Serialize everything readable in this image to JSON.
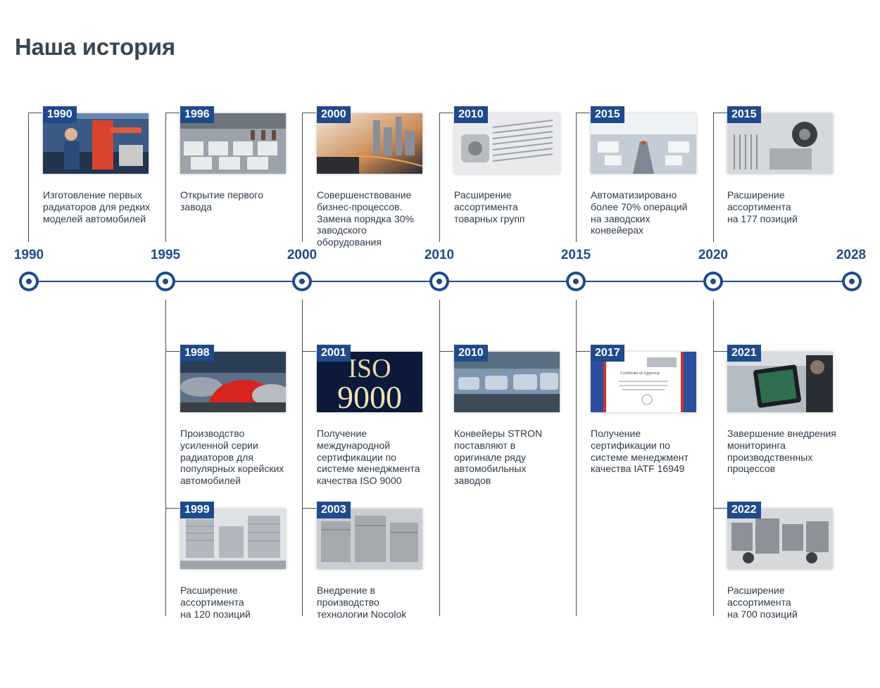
{
  "page": {
    "title": "Наша история"
  },
  "axis_years": [
    "1990",
    "1995",
    "2000",
    "2010",
    "2015",
    "2020",
    "2028"
  ],
  "events_top": [
    {
      "year": "1990",
      "text": "Изготовление первых\nрадиаторов для редких\nмоделей автомобилей",
      "image": "worker-robot-photo"
    },
    {
      "year": "1996",
      "text": "Открытие первого\nзавода",
      "image": "factory-hall-photo"
    },
    {
      "year": "2000",
      "text": "Совершенствование\nбизнес-процессов.\nЗамена порядка 30%\nзаводского\nоборудования",
      "image": "digital-city-photo"
    },
    {
      "year": "2010",
      "text": "Расширение\nассортимента\nтоварных групп",
      "image": "intercooler-photo"
    },
    {
      "year": "2015",
      "text": "Автоматизировано\nболее 70% операций\nна заводских\nконвейерах",
      "image": "robot-line-photo"
    },
    {
      "year": "2015",
      "text": "Расширение\nассортимента\nна 177 позиций",
      "image": "parts-range-photo"
    }
  ],
  "events_bottom_row1": [
    {
      "year": "1998",
      "text": "Производство\nусиленной серии\nрадиаторов для\nпопулярных корейских\nавтомобилей",
      "image": "korean-cars-photo"
    },
    {
      "year": "2001",
      "text": "Получение\nмеждународной\nсертификации по\nсистеме менеджмента\nкачества ISO 9000",
      "image": "iso-logo",
      "logo_line1": "ISO",
      "logo_line2": "9000"
    },
    {
      "year": "2010",
      "text": "Конвейеры STRON\nпоставляют в\nоригинале ряду\nавтомобильных\nзаводов",
      "image": "car-conveyor-photo"
    },
    {
      "year": "2017",
      "text": "Получение\nсертификации по\nсистеме менеджмент\nкачества IATF 16949",
      "image": "certificate-scan",
      "cert_heading": "Certificate of Approval"
    },
    {
      "year": "2021",
      "text": "Завершение внедрения\nмониторинга\nпроизводственных\nпроцессов",
      "image": "tablet-monitoring-photo"
    }
  ],
  "events_bottom_row2": [
    {
      "year": "1999",
      "text": "Расширение\nассортимента\nна 120 позиций",
      "image": "radiators-range-photo"
    },
    {
      "year": "2003",
      "text": "Внедрение в\nпроизводство\nтехнологии Nocolok",
      "image": "nocolok-radiators-photo"
    },
    {
      "year": "2022",
      "text": "Расширение\nассортимента\nна 700 позиций",
      "image": "parts-set-photo"
    }
  ],
  "colors": {
    "accent": "#1f4a8c",
    "title": "#3a4650",
    "text": "#2c3a48",
    "lines": "#4a4a4a"
  }
}
